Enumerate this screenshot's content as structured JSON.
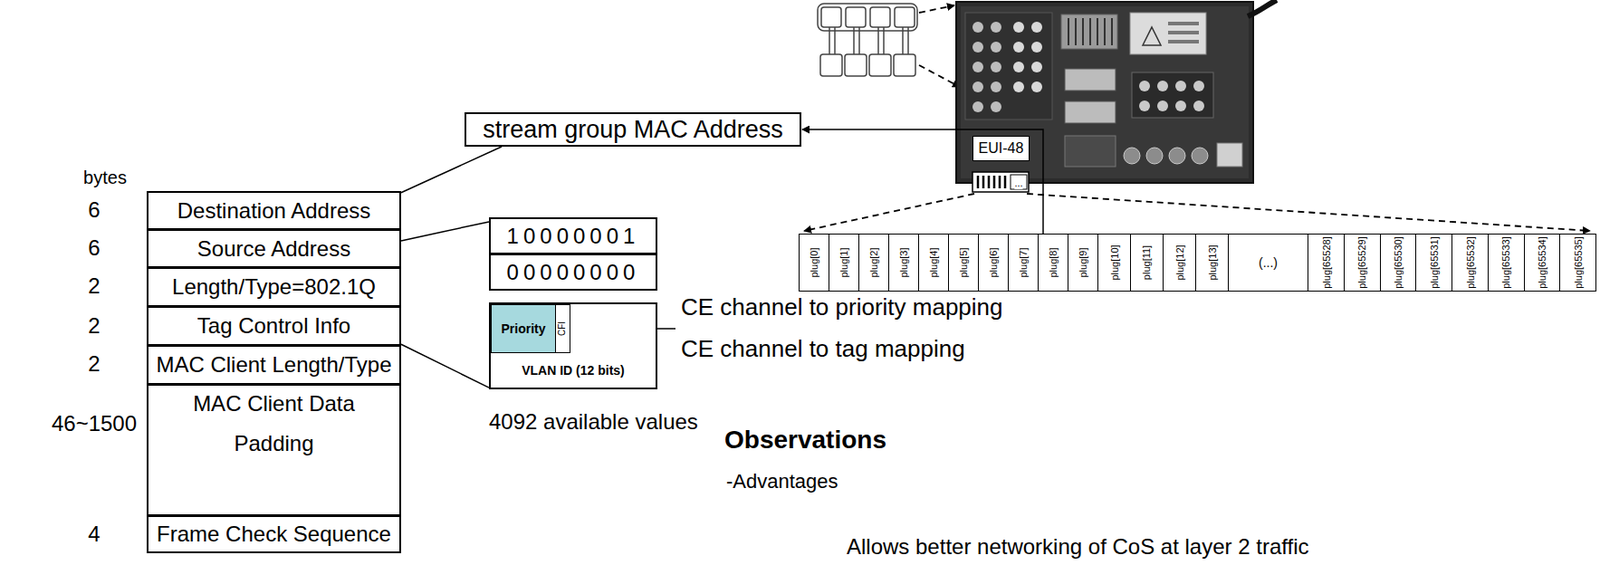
{
  "diagram": {
    "nodes": [
      {
        "text": [
          "Destination Address"
        ]
      },
      {
        "text": [
          "Source Address"
        ]
      },
      {
        "text": [
          "Length/Type=802.1Q"
        ]
      },
      {
        "text": [
          "Tag Control Info"
        ]
      },
      {
        "text": [
          "MAC Client Length/Type"
        ]
      },
      {
        "text": [
          "MAC Client Data",
          "Padding"
        ]
      },
      {
        "text": [
          "Frame Check Sequence"
        ]
      },
      {
        "text": [
          "10000001"
        ]
      },
      {
        "text": [
          "00000000"
        ]
      },
      {
        "text": [
          "VLAN ID (12 bits)"
        ]
      },
      {
        "text": [
          "Priority"
        ],
        "in": 9
      },
      {
        "text": [
          "CFI"
        ],
        "in": 9
      },
      {
        "text": [
          "stream group MAC Address"
        ]
      },
      {
        "text": [
          "EUI-48"
        ]
      },
      {
        "text": [
          "plug[0]"
        ]
      },
      {
        "text": [
          "plug[1]"
        ]
      },
      {
        "text": [
          "plug[2]"
        ]
      },
      {
        "text": [
          "plug[3]"
        ]
      },
      {
        "text": [
          "plug[4]"
        ]
      },
      {
        "text": [
          "plug[5]"
        ]
      },
      {
        "text": [
          "plug[6]"
        ]
      },
      {
        "text": [
          "plug[7]"
        ]
      },
      {
        "text": [
          "plug[8]"
        ]
      },
      {
        "text": [
          "plug[9]"
        ]
      },
      {
        "text": [
          "plug[10]"
        ]
      },
      {
        "text": [
          "plug[11]"
        ]
      },
      {
        "text": [
          "plug[12]"
        ]
      },
      {
        "text": [
          "plug[13]"
        ]
      },
      {
        "text": [
          "(...)"
        ]
      },
      {
        "text": [
          "plug[65528]"
        ]
      },
      {
        "text": [
          "plug[65529]"
        ]
      },
      {
        "text": [
          "plug[65530]"
        ]
      },
      {
        "text": [
          "plug[65531]"
        ]
      },
      {
        "text": [
          "plug[65532]"
        ]
      },
      {
        "text": [
          "plug[65533]"
        ]
      },
      {
        "text": [
          "plug[65534]"
        ]
      },
      {
        "text": [
          "plug[65535]"
        ]
      }
    ],
    "edges": [
      {
        "from": 0,
        "to": 12,
        "arrow": "none"
      },
      {
        "from": 1,
        "to": 7,
        "arrow": "none"
      },
      {
        "from": 3,
        "to": 9,
        "arrow": "none"
      }
    ],
    "labels": [
      "bytes",
      "6",
      "6",
      "2",
      "2",
      "2",
      "46~1500",
      "4",
      "4092 available values",
      "CE channel to priority mapping",
      "CE channel to tag mapping",
      "Observations",
      "-Advantages",
      "Allows better networking of CoS at layer 2 traffic",
      "..."
    ]
  }
}
